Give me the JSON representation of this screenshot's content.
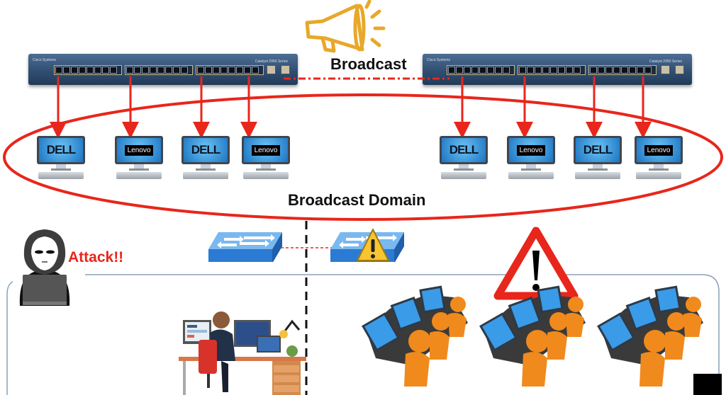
{
  "diagram": {
    "broadcast_label": "Broadcast",
    "domain_label": "Broadcast Domain",
    "attack_label": "Attack!!",
    "icons": {
      "megaphone": "megaphone-icon",
      "warning_triangle_red": "warning-triangle-icon",
      "warning_triangle_yellow": "warning-triangle-icon",
      "hacker": "hacker-icon",
      "developer_desk": "developer-desk-icon",
      "operators_group": "call-center-operators-icon"
    },
    "switches": [
      {
        "id": "switch-left",
        "brand": "Cisco Systems",
        "model": "Catalyst 2950 Series"
      },
      {
        "id": "switch-right",
        "brand": "Cisco Systems",
        "model": "Catalyst 2950 Series"
      }
    ],
    "pcs_left": [
      {
        "brand": "DELL"
      },
      {
        "brand": "Lenovo"
      },
      {
        "brand": "DELL"
      },
      {
        "brand": "Lenovo"
      }
    ],
    "pcs_right": [
      {
        "brand": "DELL"
      },
      {
        "brand": "Lenovo"
      },
      {
        "brand": "DELL"
      },
      {
        "brand": "Lenovo"
      }
    ],
    "colors": {
      "accent_red": "#e8261b",
      "megaphone_gold": "#e8a82a",
      "switch_blue": "#3a7bd5",
      "operator_orange": "#f08a1c",
      "frame_gray": "#8aa0b8"
    }
  }
}
